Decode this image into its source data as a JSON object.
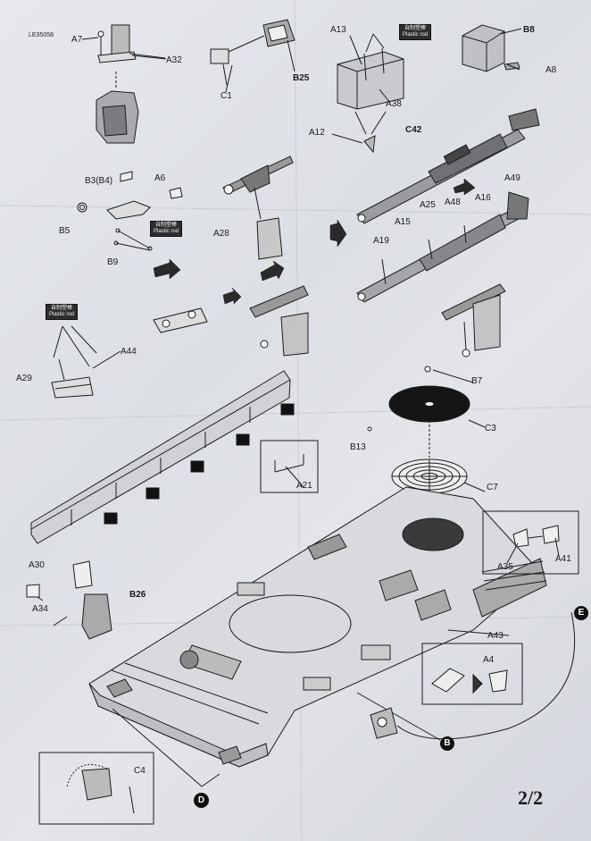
{
  "header": {
    "kit_code": "LE35058"
  },
  "tags": [
    {
      "cn": "自制塑棒",
      "en": "Plastic rod"
    },
    {
      "cn": "自制塑棒",
      "en": "Plastic rod"
    },
    {
      "cn": "自制塑棒",
      "en": "Plastic rod"
    }
  ],
  "parts": {
    "A7": "A7",
    "A32": "A32",
    "C1": "C1",
    "B25": "B25",
    "A13": "A13",
    "A38": "A38",
    "A12": "A12",
    "B8": "B8",
    "A8": "A8",
    "C42": "C42",
    "B3B4": "B3(B4)",
    "A6": "A6",
    "B5": "B5",
    "B9": "B9",
    "A28": "A28",
    "A49": "A49",
    "A16": "A16",
    "A48": "A48",
    "A25": "A25",
    "A15": "A15",
    "A19": "A19",
    "A29": "A29",
    "A44": "A44",
    "B7": "B7",
    "C3": "C3",
    "B13": "B13",
    "A21": "A21",
    "C7": "C7",
    "A35": "A35",
    "A41": "A41",
    "A30": "A30",
    "B26": "B26",
    "A34": "A34",
    "A43": "A43",
    "A4": "A4",
    "C4": "C4"
  },
  "markers": {
    "E": "E",
    "B": "B",
    "D": "D"
  },
  "footer": {
    "page": "2/2"
  }
}
